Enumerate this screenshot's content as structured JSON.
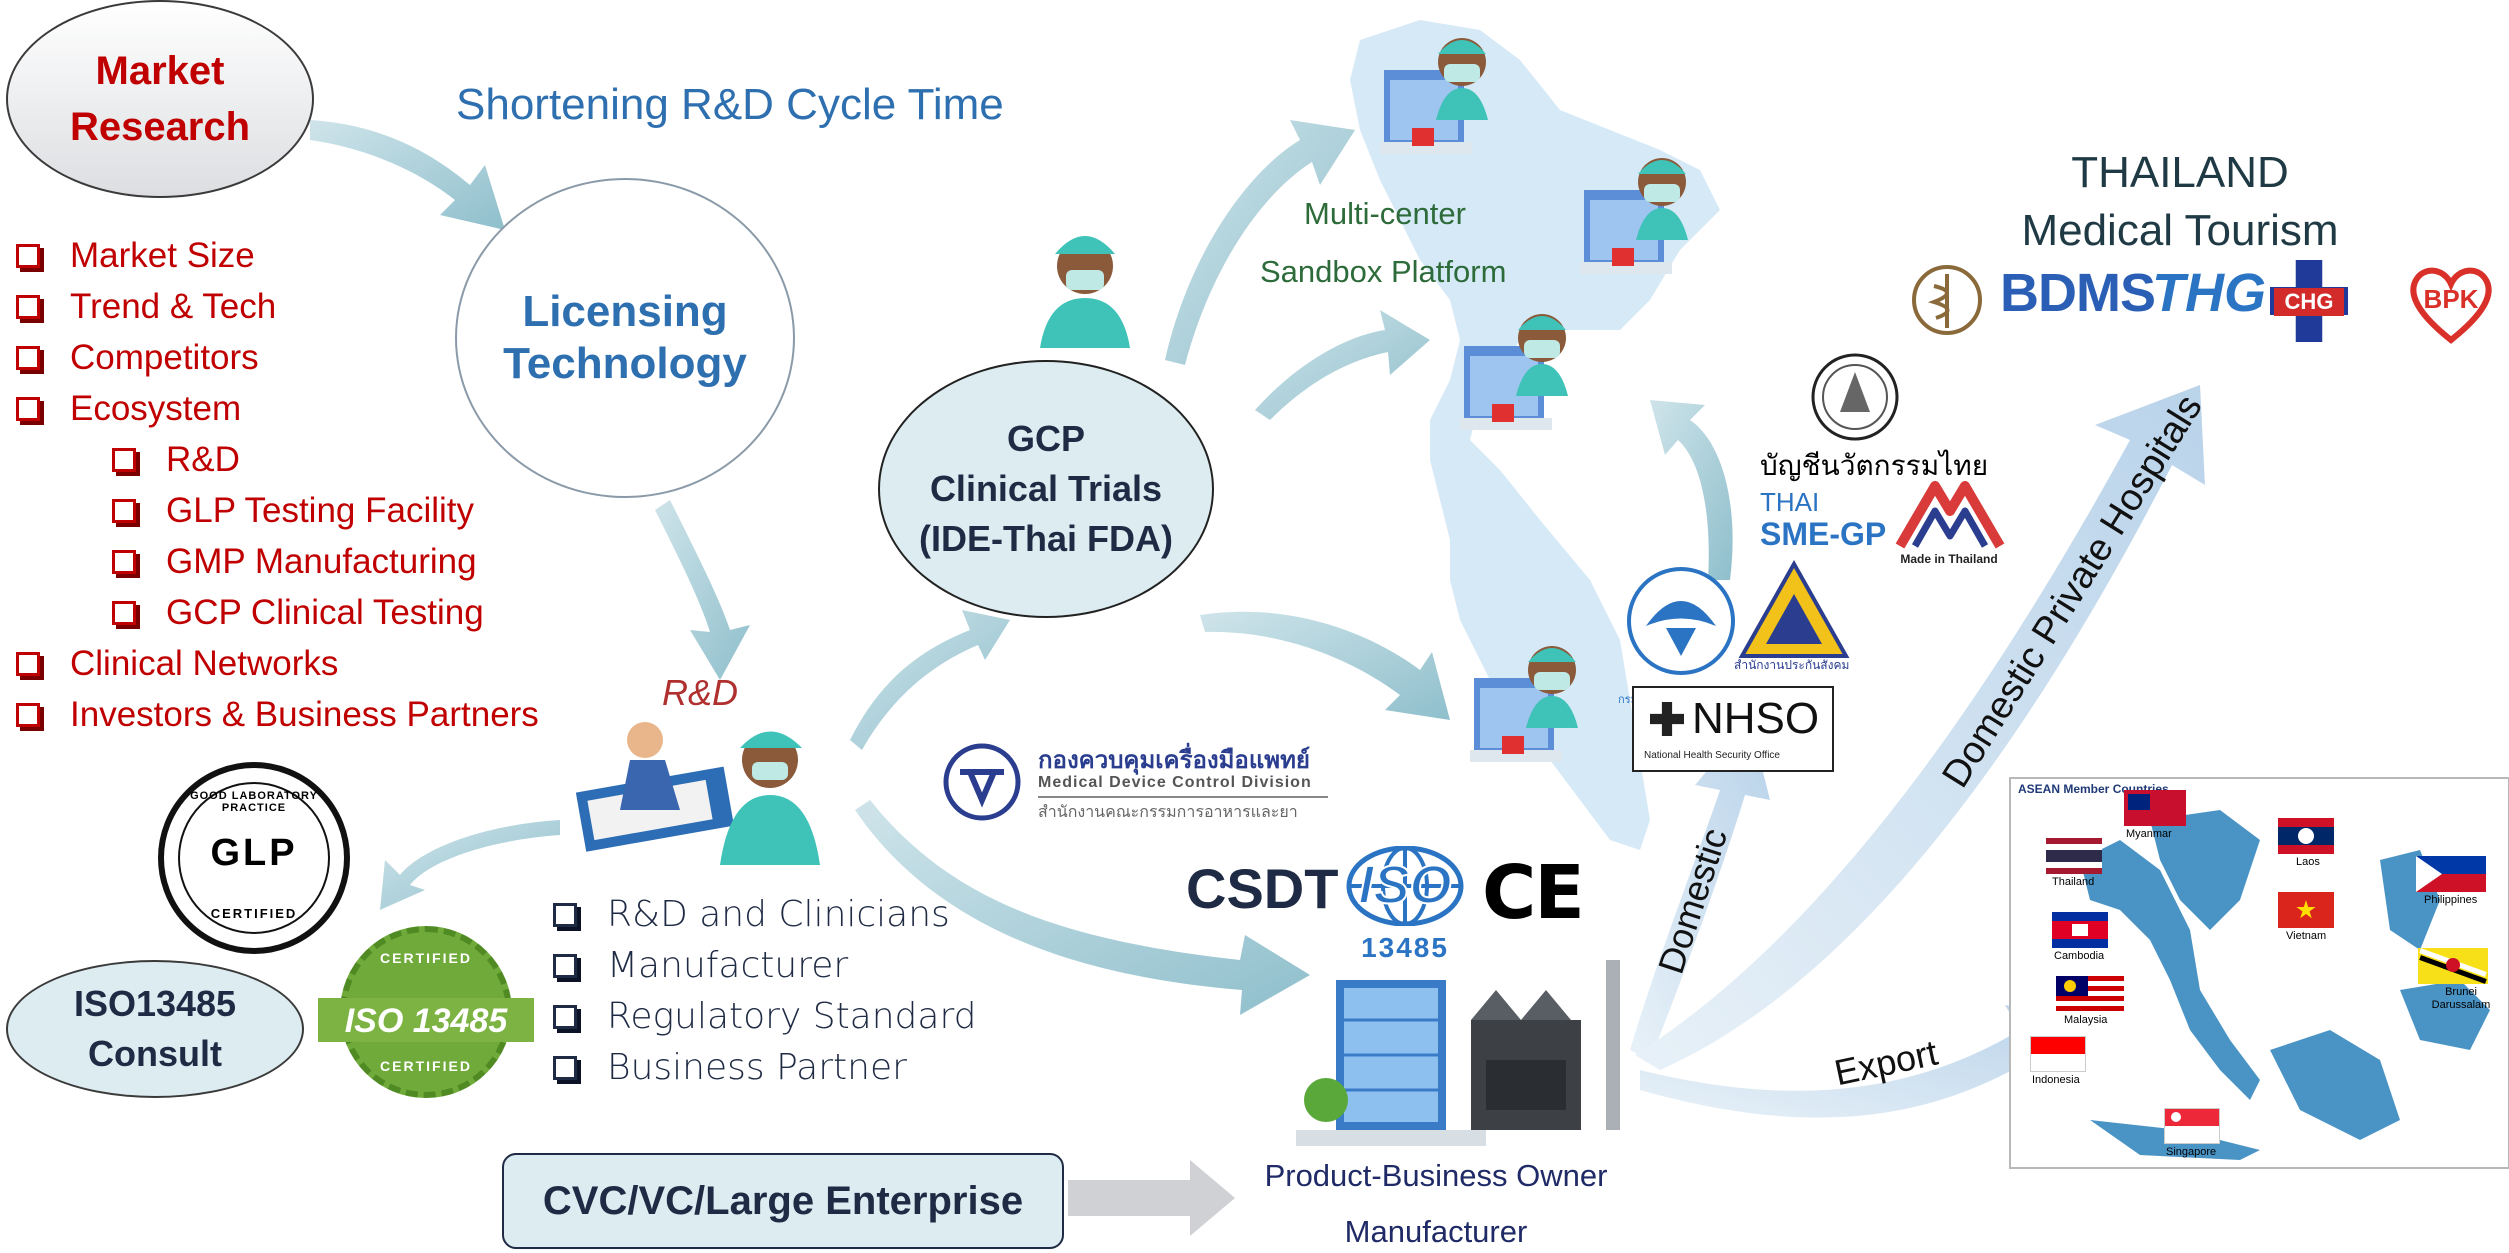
{
  "title": "Shortening R&D Cycle Time",
  "market_research": {
    "line1": "Market",
    "line2": "Research"
  },
  "market_list": [
    "Market Size",
    "Trend & Tech",
    "Competitors",
    "Ecosystem"
  ],
  "ecosystem_sublist": [
    "R&D",
    "GLP Testing Facility",
    "GMP Manufacturing",
    "GCP Clinical Testing"
  ],
  "market_list_after": [
    "Clinical Networks",
    "Investors & Business Partners"
  ],
  "licensing": {
    "line1": "Licensing",
    "line2": "Technology"
  },
  "rd_label": "R&D",
  "rd_list": [
    "R&D and Clinicians",
    "Manufacturer",
    "Regulatory Standard",
    "Business Partner"
  ],
  "iso_consult": {
    "line1": "ISO13485",
    "line2": "Consult"
  },
  "glp_badge": {
    "top": "GOOD LABORATORY PRACTICE",
    "center": "GLP",
    "bottom": "CERTIFIED"
  },
  "iso_badge": {
    "top": "CERTIFIED",
    "center": "ISO 13485",
    "bottom": "CERTIFIED"
  },
  "gcp": {
    "line1": "GCP",
    "line2": "Clinical Trials",
    "line3": "(IDE-Thai FDA)"
  },
  "sandbox": {
    "line1": "Multi-center",
    "line2": "Sandbox Platform"
  },
  "mdcd": {
    "thai": "กองควบคุมเครื่องมือแพทย์",
    "eng": "Medical Device Control Division",
    "sub": "สำนักงานคณะกรรมการอาหารและยา"
  },
  "standards": {
    "csdt": "CSDT",
    "iso": "ISO",
    "iso_num": "13485",
    "ce": "CE"
  },
  "cvc": "CVC/VC/Large Enterprise",
  "owner": {
    "line1": "Product-Business Owner",
    "line2": "Manufacturer"
  },
  "thai_innovation": "บัญชีนวัตกรรมไทย",
  "sme_gp": {
    "line1": "THAI",
    "line2": "SME-GP"
  },
  "made_in_thailand": "Made in Thailand",
  "cgd_label": "กรมบัญชีกลาง",
  "sso_label": "สำนักงานประกันสังคม",
  "nhso": {
    "name": "NHSO",
    "sub": "National Health Security Office"
  },
  "arrow_labels": {
    "domestic": "Domestic",
    "export": "Export",
    "private": "Domestic Private Hospitals"
  },
  "tourism": {
    "line1": "THAILAND",
    "line2": "Medical Tourism"
  },
  "hospital_logos": [
    "BDMS",
    "THG",
    "CHG",
    "BPK"
  ],
  "asean": {
    "title": "ASEAN Member Countries",
    "countries": [
      "Myanmar",
      "Laos",
      "Thailand",
      "Philippines",
      "Vietnam",
      "Cambodia",
      "Brunei Darussalam",
      "Malaysia",
      "Indonesia",
      "Singapore"
    ]
  },
  "colors": {
    "red": "#c00000",
    "blue": "#2e6fb0",
    "navy": "#1f2a44",
    "arrow": "#a9cdd8",
    "ellipse_fill": "#dcecf0"
  }
}
